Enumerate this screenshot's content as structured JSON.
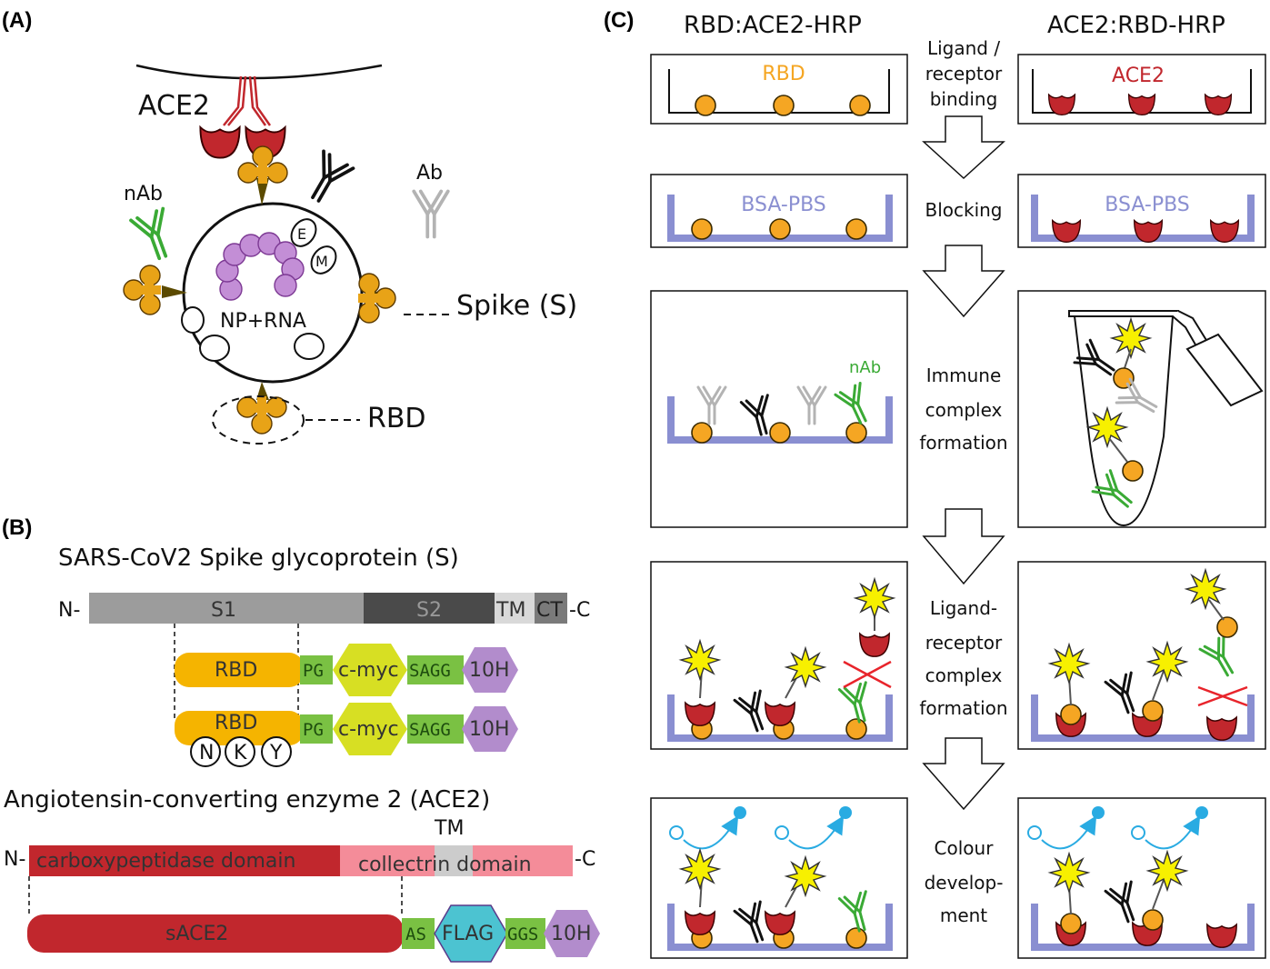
{
  "panel_a": {
    "label": "(A)",
    "ace2": "ACE2",
    "nab": "nAb",
    "ab": "Ab",
    "spike": "Spike (S)",
    "rbd": "RBD",
    "core": "NP+RNA",
    "e": "E",
    "m": "M"
  },
  "panel_b": {
    "label": "(B)",
    "spike_title": "SARS-CoV2 Spike glycoprotein (S)",
    "n_term": "N-",
    "c_term": "-C",
    "s1": "S1",
    "s2": "S2",
    "tm": "TM",
    "ct": "CT",
    "rbd": "RBD",
    "pg": "PG",
    "cmyc": "c-myc",
    "sagg": "SAGG",
    "his": "10H",
    "mut_n": "N",
    "mut_k": "K",
    "mut_y": "Y",
    "ace2_title": "Angiotensin-converting enzyme 2 (ACE2)",
    "carboxy": "carboxypeptidase domain",
    "collec": "collectrin domain",
    "tm2": "TM",
    "sace2": "sACE2",
    "as": "AS",
    "flag": "FLAG",
    "ggs": "GGS"
  },
  "panel_c": {
    "label": "(C)",
    "left_title": "RBD:ACE2-HRP",
    "right_title": "ACE2:RBD-HRP",
    "rbd": "RBD",
    "ace2": "ACE2",
    "bsa": "BSA-PBS",
    "nab": "nAb",
    "steps": [
      [
        "Ligand /",
        "receptor",
        "binding"
      ],
      [
        "Blocking"
      ],
      [
        "Immune",
        "complex",
        "formation"
      ],
      [
        "Ligand-",
        "receptor",
        "complex",
        "formation"
      ],
      [
        "Colour",
        "develop-",
        "ment"
      ]
    ]
  },
  "colors": {
    "orange": "#f5a623",
    "darkred": "#c1272d",
    "plate": "#8a8fd1",
    "green": "#3aaa35",
    "gray": "#b3b3b3",
    "cmyc": "#d7df23",
    "purple": "#b28ccc",
    "cyan": "#29abe2",
    "pink": "#f48c99",
    "flag": "#4cc3d1"
  }
}
